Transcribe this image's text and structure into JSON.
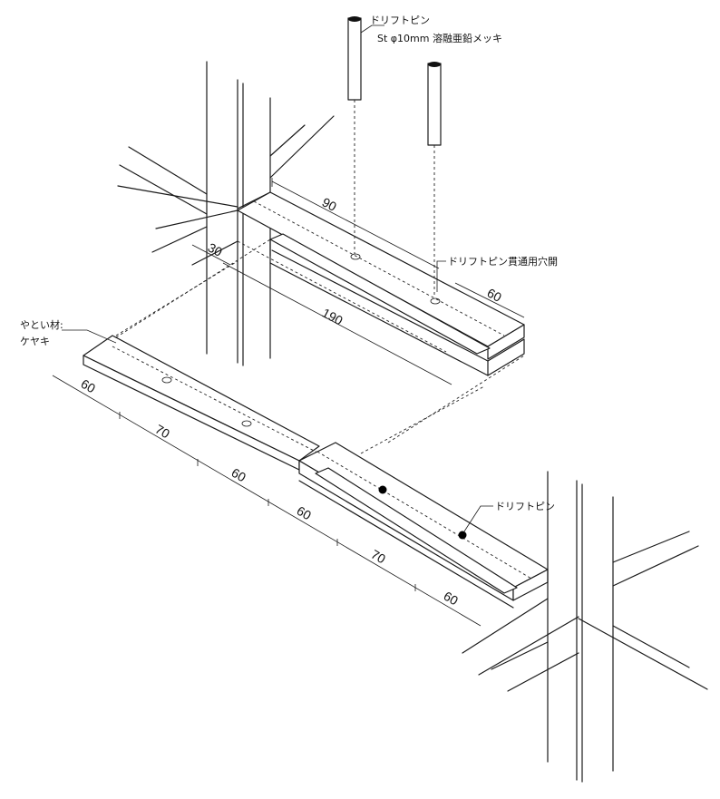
{
  "labels": {
    "drift_pin_title": "ドリフトピン",
    "drift_pin_spec": "St φ10mm 溶融亜鉛メッキ",
    "pin_hole": "ドリフトピン貫通用穴開",
    "yatoi_line1": "やとい材:",
    "yatoi_line2": "ケヤキ",
    "drift_pin_lower": "ドリフトピン"
  },
  "dimensions": {
    "d90": "90",
    "d30": "30",
    "d190": "190",
    "d60_upper": "60",
    "bottom_1": "60",
    "bottom_2": "70",
    "bottom_3": "60",
    "bottom_4": "60",
    "bottom_5": "70",
    "bottom_6": "60"
  }
}
